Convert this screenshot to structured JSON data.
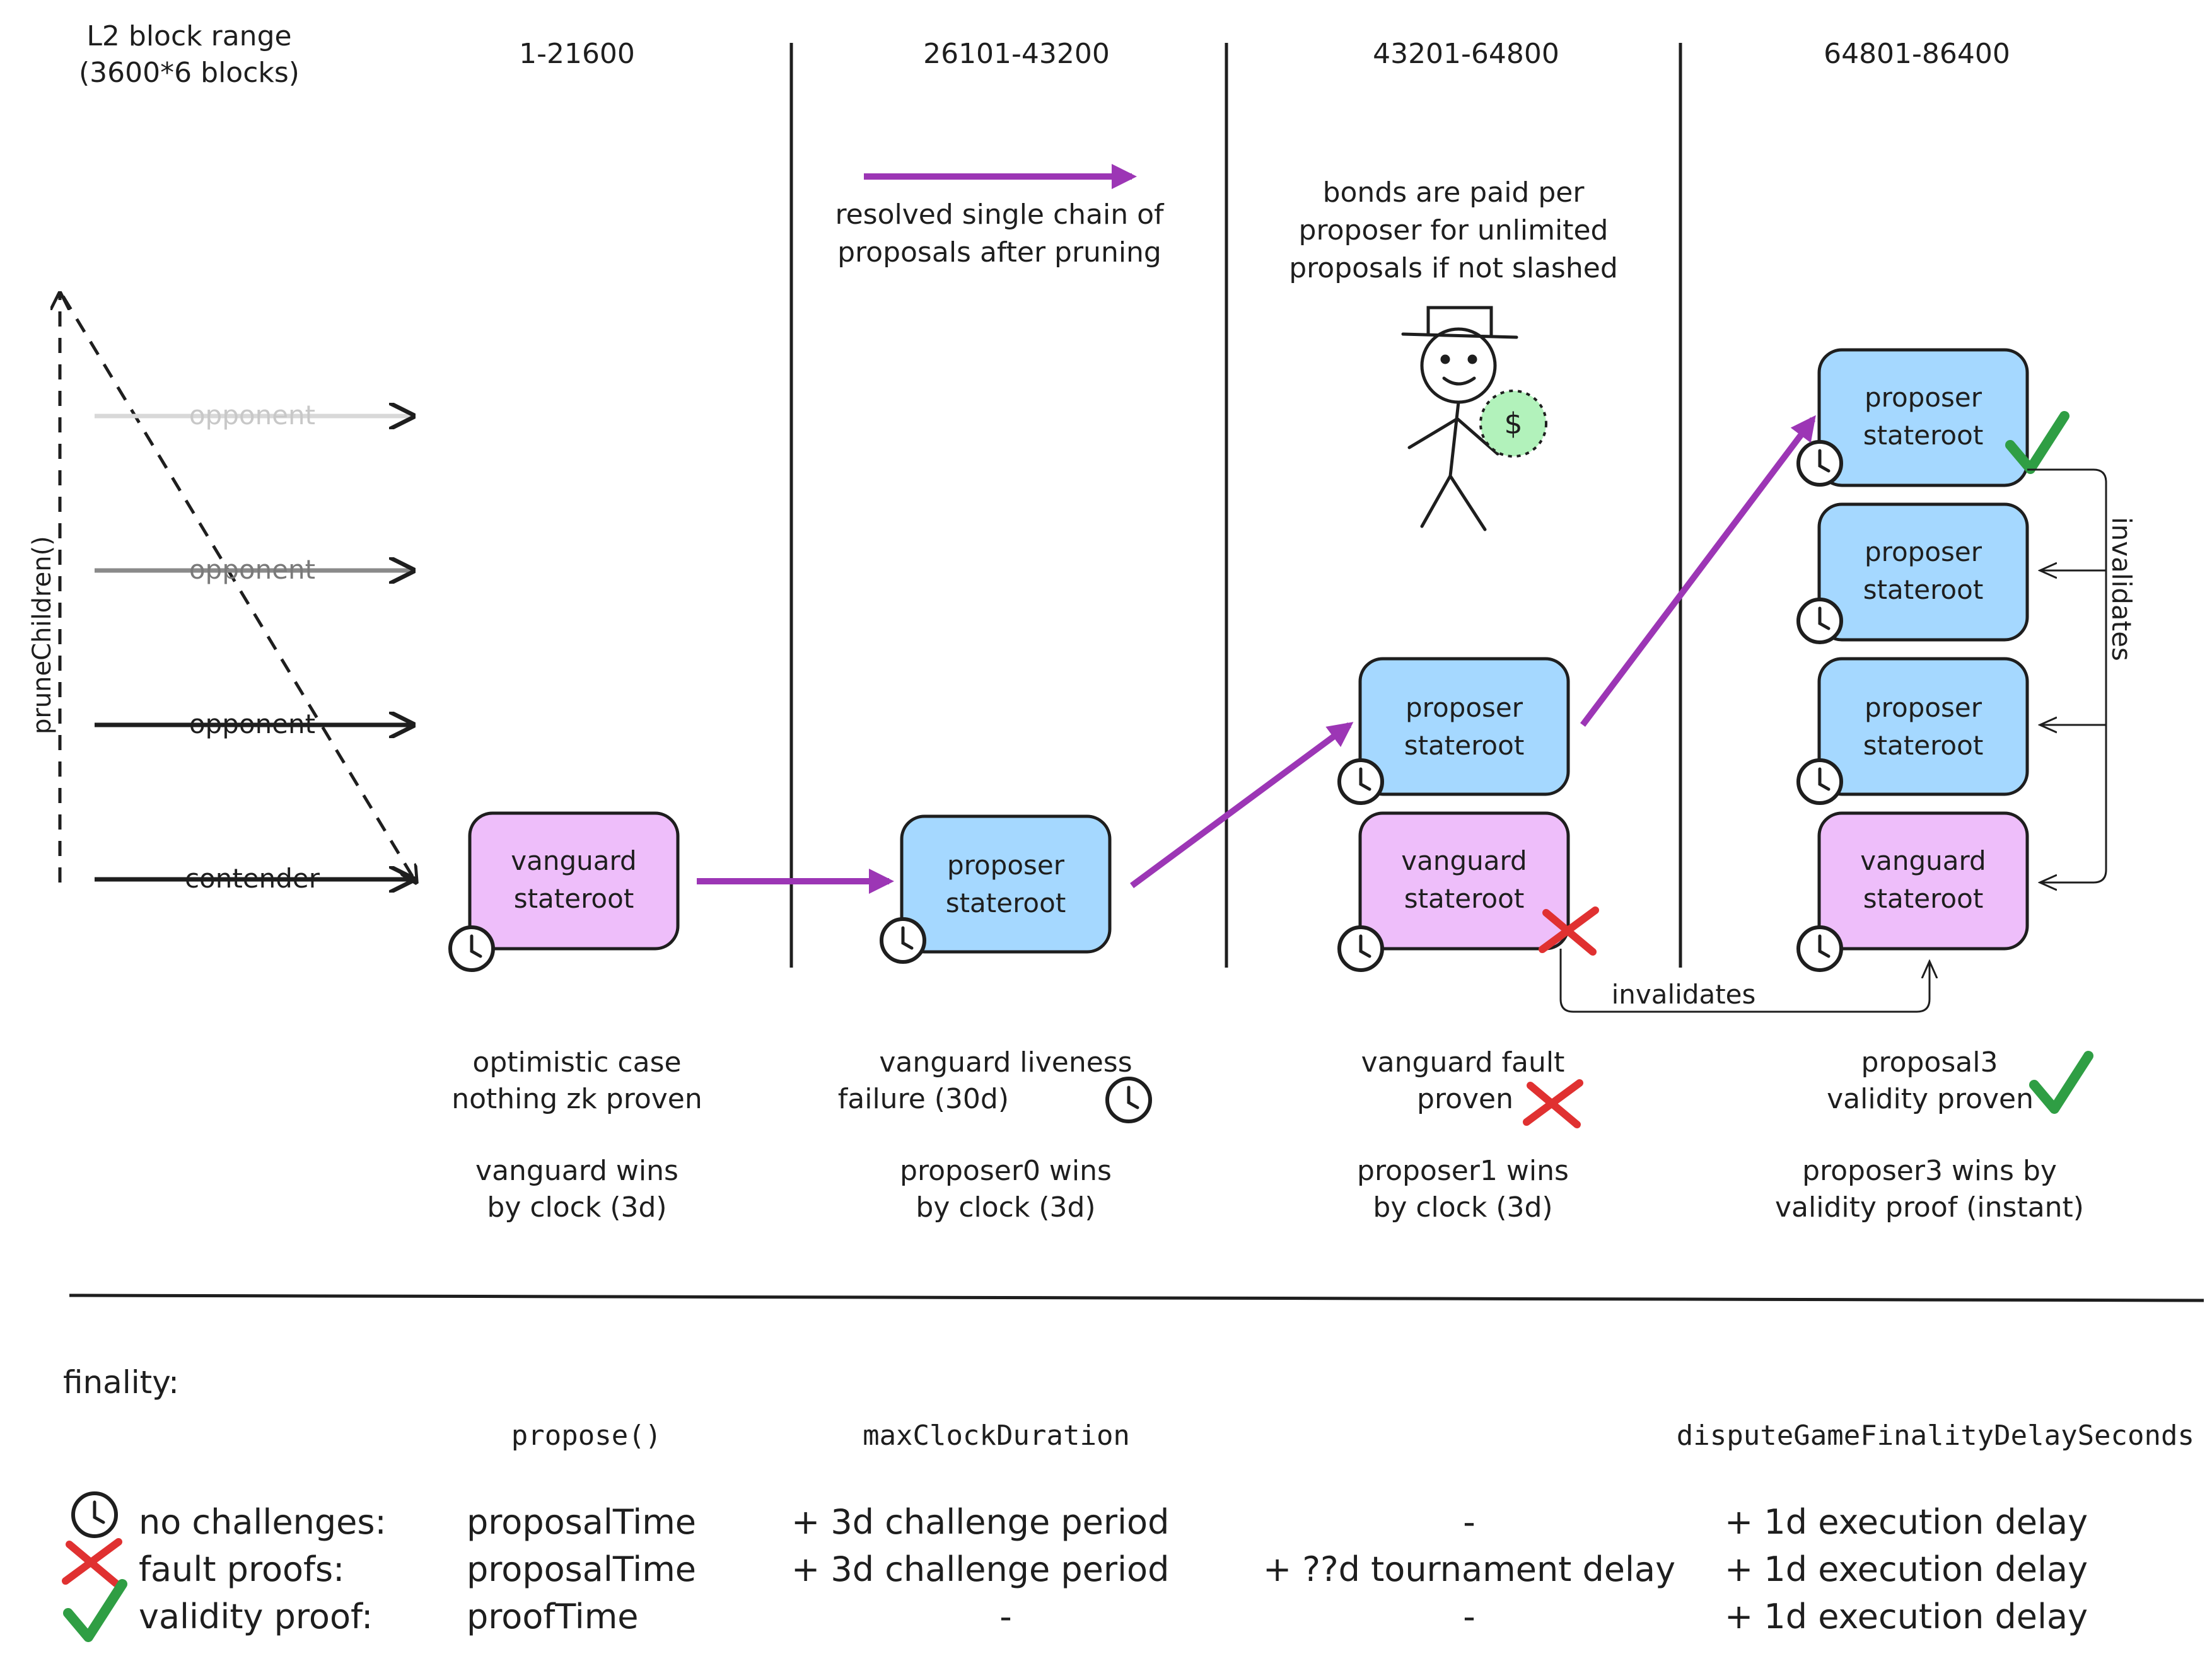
{
  "colors": {
    "purple_arrow": "#9c36b5",
    "proposer_fill": "#a5d8ff",
    "vanguard_fill": "#eebefa",
    "check_green": "#2f9e44",
    "cross_red": "#e03131",
    "coin_fill": "#b2f2bb",
    "ink": "#1e1e1e"
  },
  "header": {
    "range_label_line1": "L2 block range",
    "range_label_line2": "(3600*6 blocks)",
    "col1": "1-21600",
    "col2": "26101-43200",
    "col3": "43201-64800",
    "col4": "64801-86400"
  },
  "legend": {
    "resolved_line1": "resolved single chain of",
    "resolved_line2": "proposals after pruning",
    "bonds_line1": "bonds are paid per",
    "bonds_line2": "proposer for unlimited",
    "bonds_line3": "proposals if not slashed",
    "coin_symbol": "$"
  },
  "prune": {
    "label": "pruneChildren()",
    "opponent1": "opponent",
    "opponent2": "opponent",
    "opponent3": "opponent",
    "contender": "contender"
  },
  "boxes": {
    "vanguard_l1": "vanguard",
    "proposer_l1": "proposer",
    "stateroot_l2": "stateroot"
  },
  "relations": {
    "invalidates_horizontal": "invalidates",
    "invalidates_vertical": "invalidates"
  },
  "captions": {
    "col1": {
      "a1": "optimistic case",
      "a2": "nothing zk proven",
      "b1": "vanguard wins",
      "b2": "by clock (3d)"
    },
    "col2": {
      "a1": "vanguard liveness",
      "a2": "failure (30d)",
      "b1": "proposer0 wins",
      "b2": "by clock (3d)"
    },
    "col3": {
      "a1": "vanguard fault",
      "a2": "proven",
      "b1": "proposer1 wins",
      "b2": "by clock (3d)"
    },
    "col4": {
      "a1": "proposal3",
      "a2": "validity proven",
      "b1": "proposer3 wins by",
      "b2": "validity proof (instant)"
    }
  },
  "finality": {
    "title": "finality:",
    "headers": {
      "h1": "propose()",
      "h2": "maxClockDuration",
      "h3": "disputeGameFinalityDelaySeconds"
    },
    "rows": [
      {
        "label": "no challenges:",
        "icon": "clock-icon",
        "c1": "proposalTime",
        "c2": "+ 3d challenge period",
        "c3": "-",
        "c4": "+ 1d execution delay"
      },
      {
        "label": "fault proofs:",
        "icon": "cross-icon",
        "c1": "proposalTime",
        "c2": "+ 3d challenge period",
        "c3": "+ ??d tournament delay",
        "c4": "+ 1d execution delay"
      },
      {
        "label": "validity proof:",
        "icon": "check-icon",
        "c1": "proofTime",
        "c2": "-",
        "c3": "-",
        "c4": "+ 1d execution delay"
      }
    ]
  }
}
